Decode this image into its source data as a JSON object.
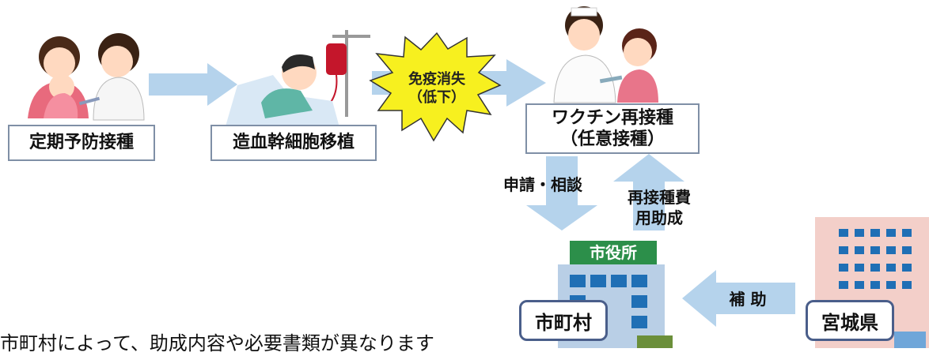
{
  "steps": {
    "routine": "定期予防接種",
    "transplant": "造血幹細胞移植",
    "revaccination": "ワクチン再接種\n（任意接種）"
  },
  "burst": "免疫消失\n（低下）",
  "flows": {
    "apply": "申請・相談",
    "subsidy_cost": "再接種費\n用助成",
    "aid": "補 助"
  },
  "entities": {
    "city_office_sign": "市役所",
    "municipality": "市町村",
    "prefecture": "宮城県"
  },
  "note": "市町村によって、助成内容や必要書類が異なります",
  "colors": {
    "arrow": "#b5d3ec",
    "burst": "#f7f01f",
    "box_border": "#7f8fa6",
    "rounded_border": "#4a5e8a"
  }
}
